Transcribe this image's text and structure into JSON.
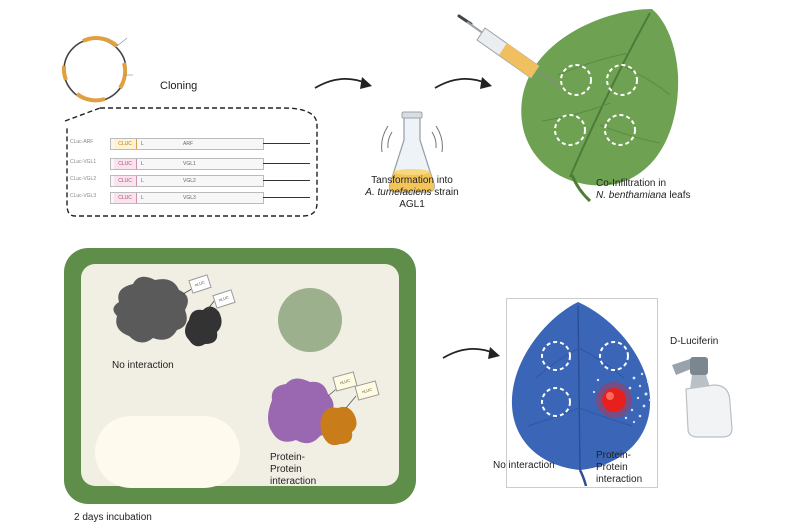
{
  "panel1": {
    "cloning_label": "Cloning",
    "constructs": [
      {
        "row_label": "CLuc-ARF",
        "tag": "CLUC",
        "linker": "L",
        "gene": "ARF"
      },
      {
        "row_label": "CLuc-VGL1",
        "tag": "CLUC",
        "linker": "L",
        "gene": "VGL1"
      },
      {
        "row_label": "CLuc-VGL2",
        "tag": "CLUC",
        "linker": "L",
        "gene": "VGL2"
      },
      {
        "row_label": "CLuc-VGL3",
        "tag": "CLUC",
        "linker": "L",
        "gene": "VGL3"
      }
    ]
  },
  "panel2": {
    "line1": "Tansformation into",
    "species": "A. tumefaciens",
    "strain": "strain AGL1"
  },
  "panel3": {
    "line1": "Co-Infiltration in",
    "species": "N. benthamiana",
    "suffix": "leafs"
  },
  "panel4": {
    "tag_label": "nLUC",
    "no_interaction": "No interaction",
    "protein_interaction": [
      "Protein-",
      "Protein",
      "interaction"
    ],
    "caption": "2 days incubation"
  },
  "panel5": {
    "reagent": "D-Luciferin",
    "no_interaction": "No interaction",
    "protein_interaction": [
      "Protein-",
      "Protein",
      "interaction"
    ]
  },
  "colors": {
    "plasmid_accent": "#e0a040",
    "leaf_green": "#6fa152",
    "leaf_blue": "#3b66b8",
    "dish_border": "#5f8d4a",
    "dish_inner": "#f1efe3",
    "signal_red": "#e8201d",
    "protein_gray": "#555555",
    "protein_purple": "#9a68b0",
    "protein_orange": "#c87c1a"
  }
}
